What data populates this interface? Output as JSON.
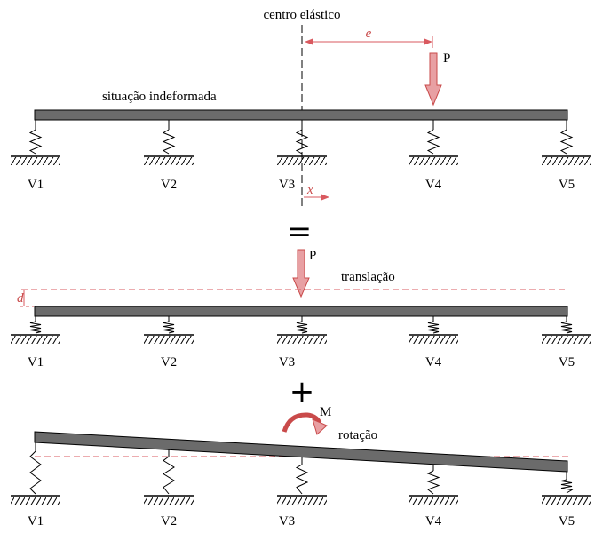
{
  "top": {
    "label_center": "centro elástico",
    "label_e": "e",
    "label_P": "P",
    "label_undeformed": "situação indeformada",
    "label_x": "x"
  },
  "supports": [
    "V1",
    "V2",
    "V3",
    "V4",
    "V5"
  ],
  "equals": "=",
  "middle": {
    "label_P": "P",
    "label_d": "d",
    "label_translation": "translação"
  },
  "plus": "+",
  "bottom": {
    "label_M": "M",
    "label_rotation": "rotação"
  },
  "colors": {
    "beam_fill": "#6b6b6b",
    "accent": "#d9595f",
    "line": "#000000"
  }
}
